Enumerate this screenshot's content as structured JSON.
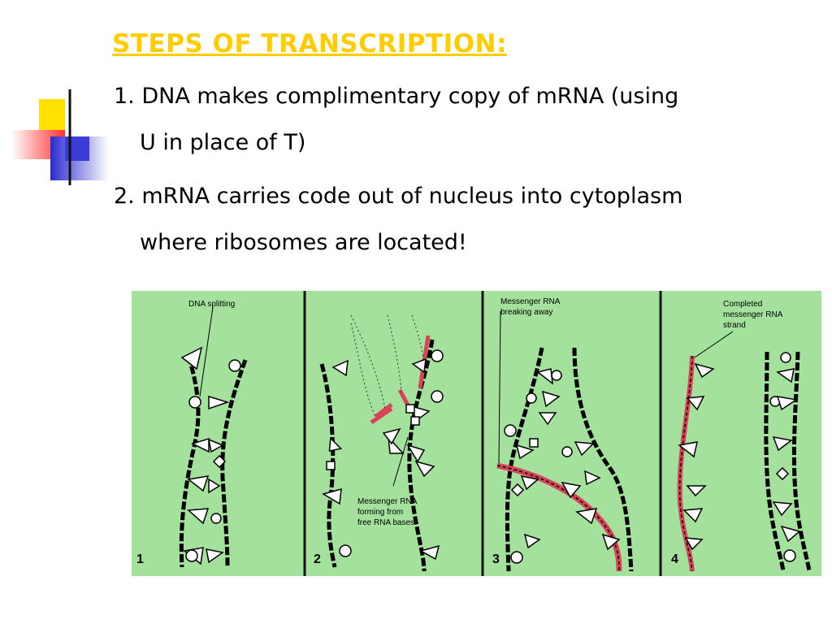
{
  "slide": {
    "title": "STEPS OF TRANSCRIPTION:",
    "bullets": [
      {
        "line1": "1. DNA makes complimentary copy of mRNA (using",
        "line2": "U in place of T)"
      },
      {
        "line1": "2. mRNA carries code out of nucleus into cytoplasm",
        "line2": "where ribosomes are located!"
      }
    ],
    "colors": {
      "title": "#ffcc00",
      "panel_bg": "#9fe09a",
      "strand": "#000000",
      "mrna": "#d9435a",
      "deco_yellow": "#ffdd00",
      "deco_blue": "#3333cc",
      "deco_red": "#ff4040"
    }
  },
  "figure": {
    "panels": [
      {
        "number": "1",
        "labels": [
          "DNA splitting"
        ]
      },
      {
        "number": "2",
        "labels": [
          "Messenger RNA",
          "forming from",
          "free RNA bases"
        ]
      },
      {
        "number": "3",
        "labels": [
          "Messenger RNA",
          "breaking away"
        ]
      },
      {
        "number": "4",
        "labels": [
          "Completed",
          "messenger RNA",
          "strand"
        ]
      }
    ]
  }
}
